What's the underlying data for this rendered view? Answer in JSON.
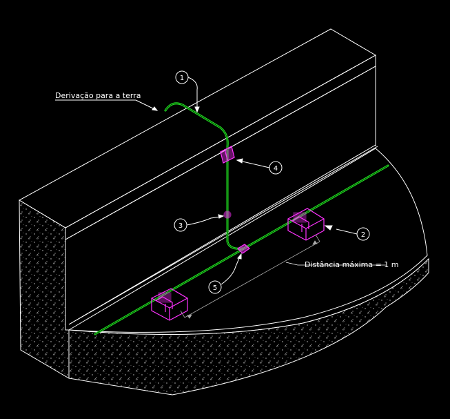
{
  "drawing": {
    "annotations": {
      "ground_branch": "Derivação para a terra",
      "max_distance": "Distância máxima = 1 m"
    },
    "callouts": [
      {
        "id": "1",
        "label": "1"
      },
      {
        "id": "2",
        "label": "2"
      },
      {
        "id": "3",
        "label": "3"
      },
      {
        "id": "4",
        "label": "4"
      },
      {
        "id": "5",
        "label": "5"
      }
    ],
    "colors": {
      "background": "#000000",
      "linework": "#ffffff",
      "conductor": "#22dd22",
      "fittings": "#ff33ff",
      "concrete_fill": "#cfcfcf"
    }
  }
}
